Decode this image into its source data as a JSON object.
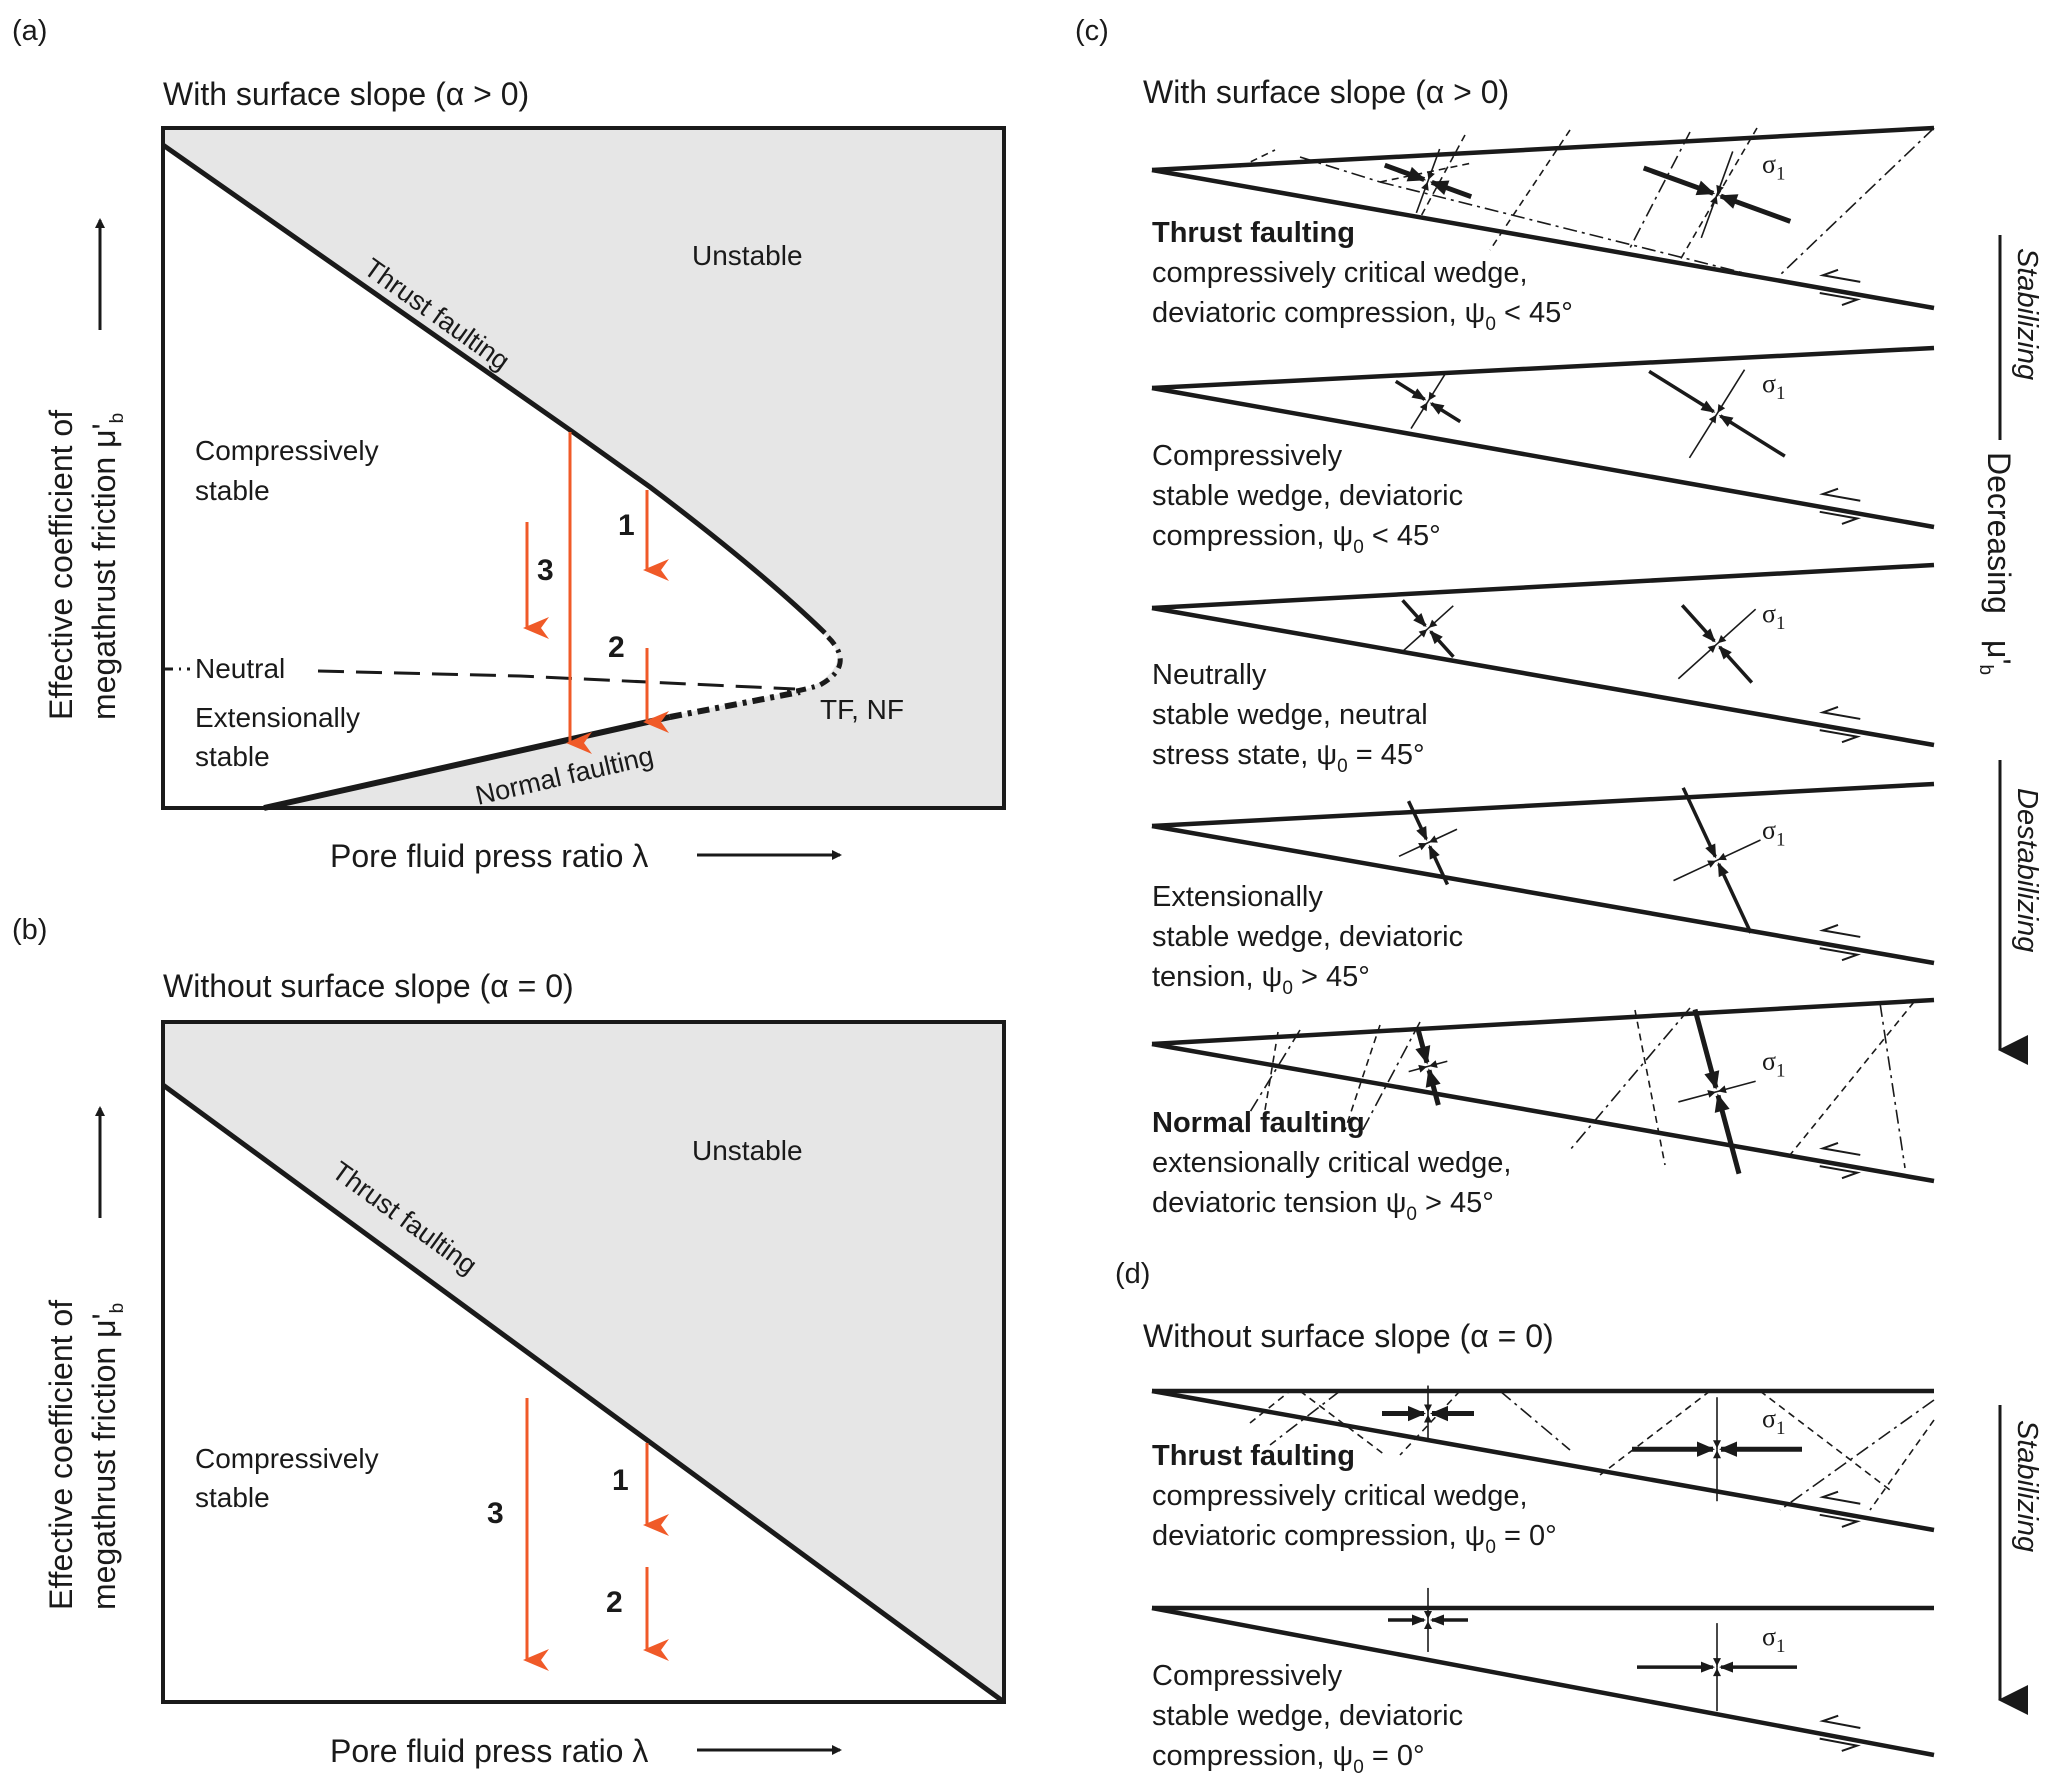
{
  "colors": {
    "unstable_fill": "#e6e6e6",
    "line": "#1a1a1a",
    "arrow_orange": "#f05a28"
  },
  "panel_a": {
    "letter": "(a)",
    "title": "With surface slope (α > 0)",
    "y_label_line1": "Effective coefficient of",
    "y_label_line2": "megathrust friction μ'",
    "y_label_sub": "b",
    "x_label": "Pore fluid press ratio λ",
    "regions": {
      "unstable": "Unstable",
      "comp_line1": "Compressively",
      "comp_line2": "stable",
      "neutral": "Neutral",
      "ext_line1": "Extensionally",
      "ext_line2": "stable"
    },
    "curves": {
      "thrust": "Thrust faulting",
      "normal": "Normal faulting",
      "junction": "TF, NF"
    },
    "arrows": [
      "1",
      "2",
      "3"
    ]
  },
  "panel_b": {
    "letter": "(b)",
    "title": "Without surface slope (α = 0)",
    "y_label_line1": "Effective coefficient of",
    "y_label_line2": "megathrust friction μ'",
    "y_label_sub": "b",
    "x_label": "Pore fluid press ratio λ",
    "regions": {
      "unstable": "Unstable",
      "comp_line1": "Compressively",
      "comp_line2": "stable"
    },
    "curves": {
      "thrust": "Thrust faulting"
    },
    "arrows": [
      "1",
      "2",
      "3"
    ]
  },
  "panel_c": {
    "letter": "(c)",
    "title": "With surface slope (α > 0)",
    "sigma": "σ",
    "sigma_sub": "1",
    "wedges": [
      {
        "bold": "Thrust faulting",
        "lines": [
          "compressively critical wedge,",
          "deviatoric compression, ψ"
        ],
        "psi_rel": " < 45°"
      },
      {
        "bold": "",
        "lines": [
          "Compressively",
          "stable wedge, deviatoric",
          "compression, ψ"
        ],
        "psi_rel": " < 45°"
      },
      {
        "bold": "",
        "lines": [
          "Neutrally",
          "stable wedge, neutral",
          "stress state, ψ"
        ],
        "psi_rel": " = 45°"
      },
      {
        "bold": "",
        "lines": [
          "Extensionally",
          "stable wedge, deviatoric",
          "tension, ψ"
        ],
        "psi_rel": " > 45°"
      },
      {
        "bold": "Normal faulting",
        "lines": [
          "extensionally critical wedge,",
          "deviatoric tension ψ"
        ],
        "psi_rel": " > 45°"
      }
    ],
    "psi_sub": "0",
    "side": {
      "stabilizing": "Stabilizing",
      "decreasing": "Decreasing",
      "mu": "μ'",
      "mu_sub": "b",
      "destabilizing": "Destabilizing"
    }
  },
  "panel_d": {
    "letter": "(d)",
    "title": "Without surface slope (α = 0)",
    "wedges": [
      {
        "bold": "Thrust faulting",
        "lines": [
          "compressively critical wedge,",
          "deviatoric compression, ψ"
        ],
        "psi_rel": " = 0°"
      },
      {
        "bold": "",
        "lines": [
          "Compressively",
          "stable wedge, deviatoric",
          "compression, ψ"
        ],
        "psi_rel": " = 0°"
      }
    ],
    "side": {
      "stabilizing": "Stabilizing"
    }
  }
}
